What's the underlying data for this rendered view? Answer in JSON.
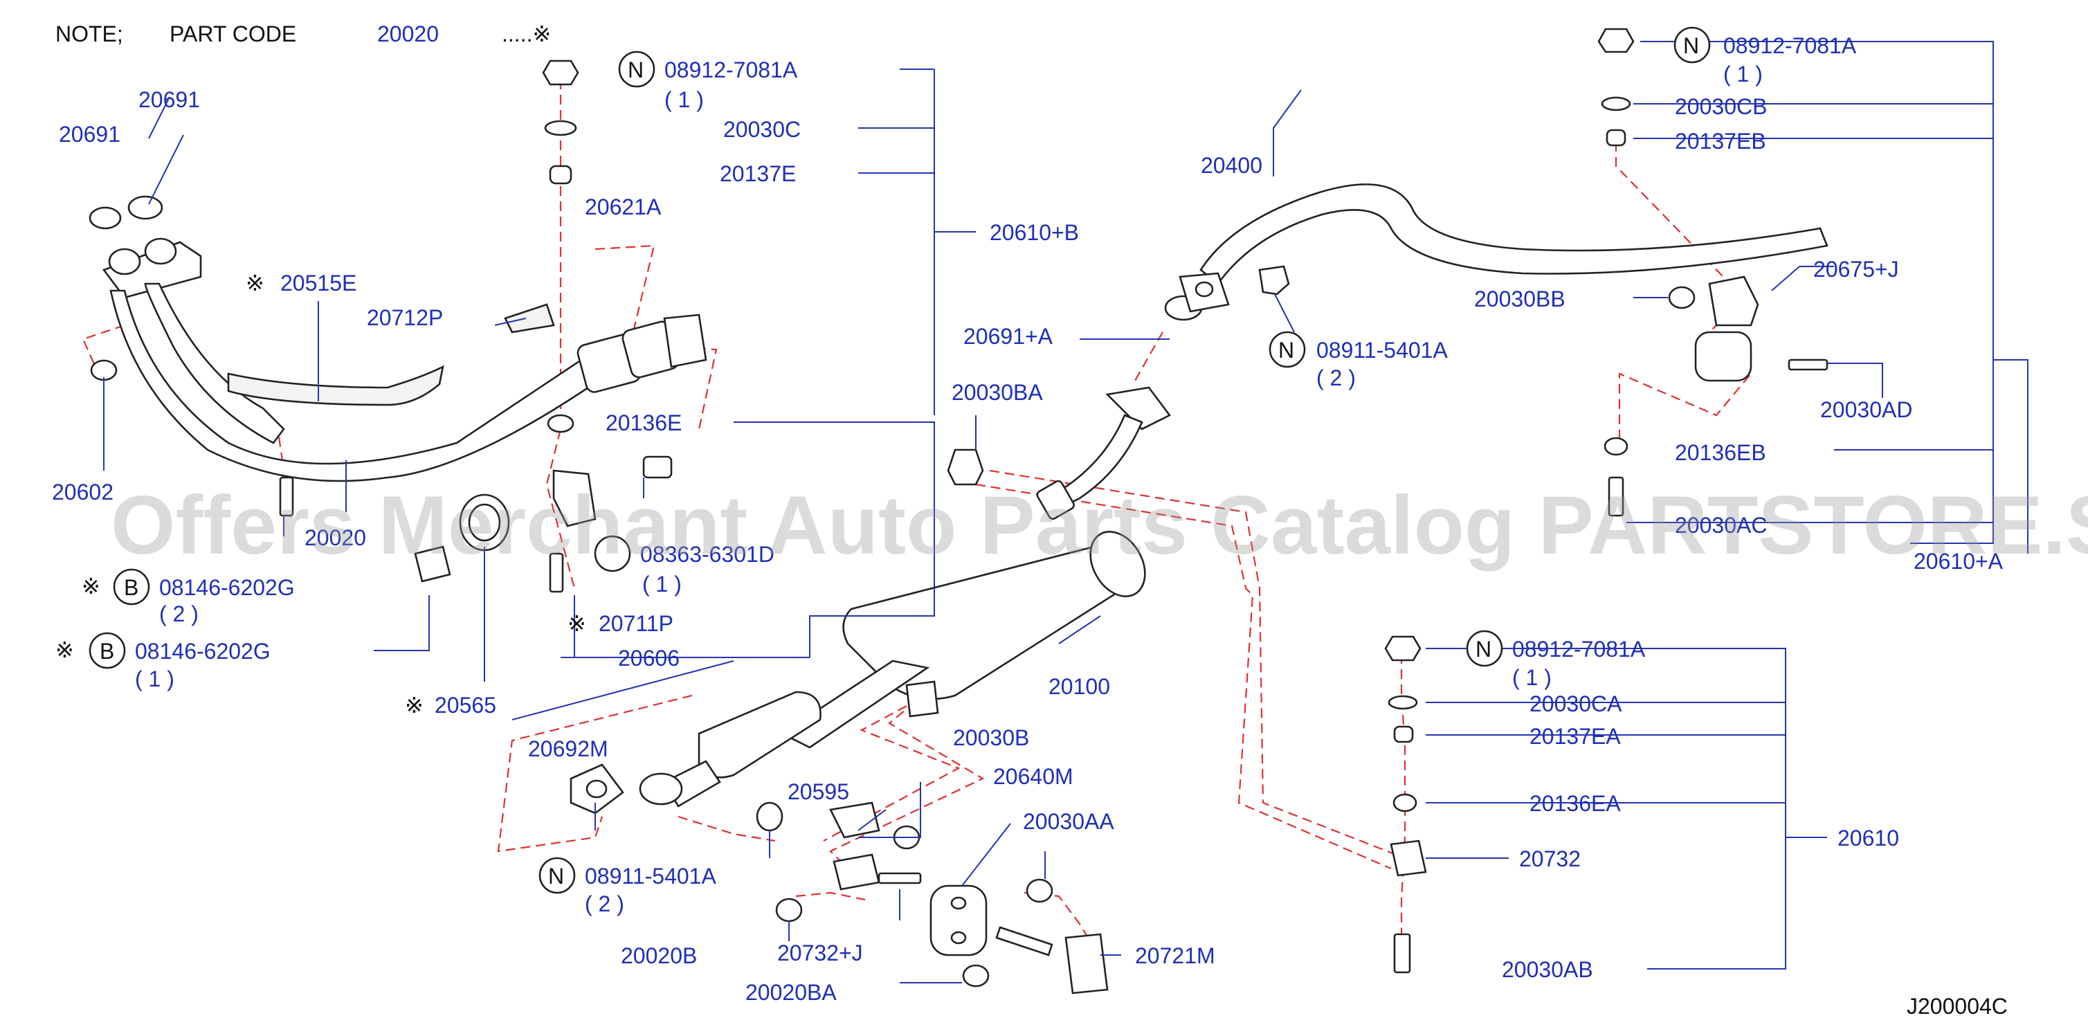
{
  "note": {
    "prefix": "NOTE;",
    "code_label": "PART  CODE",
    "code": "20020",
    "suffix": ".....※"
  },
  "watermark": "Offers Merchant Auto Parts Catalog PARTSTORE.SA",
  "diagram_id": "J200004C",
  "labels": {
    "n_08912_top": "08912-7081A",
    "n_08912_top_qty": "( 1 )",
    "c20030C": "20030C",
    "c20137E": "20137E",
    "c20621A": "20621A",
    "c20610B": "20610+B",
    "c20691a": "20691",
    "c20691b": "20691",
    "c20515E": "20515E",
    "c20712P": "20712P",
    "c20602": "20602",
    "c20136E": "20136E",
    "c20020": "20020",
    "b08146_2": "08146-6202G",
    "b08146_2_qty": "( 2 )",
    "b08146_1": "08146-6202G",
    "b08146_1_qty": "( 1 )",
    "c20711P": "20711P",
    "c20606": "20606",
    "c20565": "20565",
    "c0830": "08363-6301D",
    "c0830_qty": "( 1 )",
    "c20400": "20400",
    "c20691A": "20691+A",
    "c20030BA": "20030BA",
    "n_08911_mid": "08911-5401A",
    "n_08911_mid_qty": "( 2 )",
    "c20100": "20100",
    "c20692M": "20692M",
    "n_08911_bot": "08911-5401A",
    "n_08911_bot_qty": "( 2 )",
    "c20595": "20595",
    "c20030B": "20030B",
    "c20640M": "20640M",
    "c20030AA": "20030AA",
    "c20020B": "20020B",
    "c20732J": "20732+J",
    "c20721M": "20721M",
    "c20020BA": "20020BA",
    "n_08912_tr": "08912-7081A",
    "n_08912_tr_qty": "( 1 )",
    "c20030CB": "20030CB",
    "c20137EB": "20137EB",
    "c20030BB": "20030BB",
    "c20675J": "20675+J",
    "c20030AD": "20030AD",
    "c20136EB": "20136EB",
    "c20030AC": "20030AC",
    "c20610A": "20610+A",
    "n_08912_br": "08912-7081A",
    "n_08912_br_qty": "( 1 )",
    "c20030CA": "20030CA",
    "c20137EA": "20137EA",
    "c20136EA": "20136EA",
    "c20732": "20732",
    "c20610": "20610",
    "c20030AB": "20030AB"
  },
  "markers": {
    "N": "N",
    "B": "B",
    "star": "※"
  }
}
